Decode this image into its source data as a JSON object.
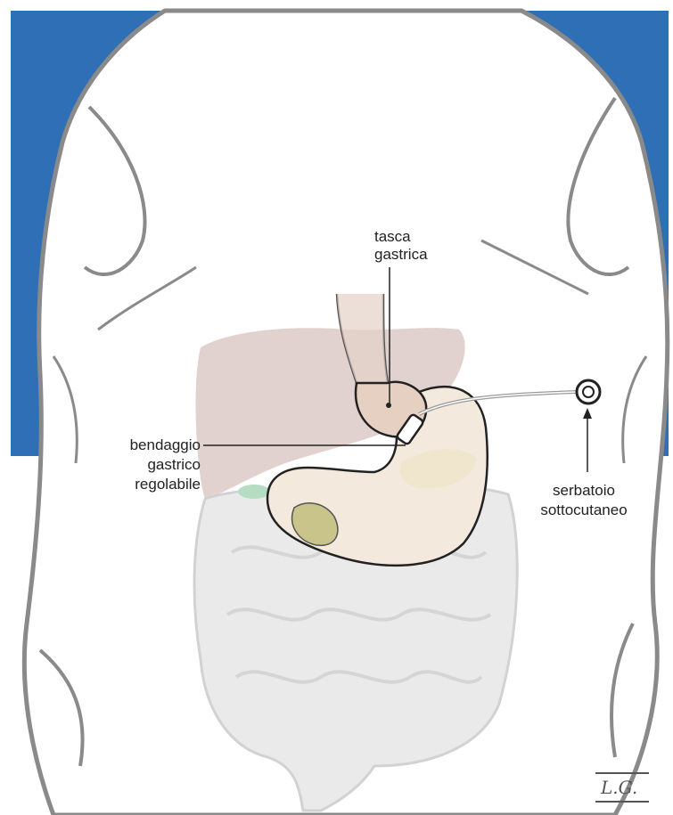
{
  "labels": {
    "pouch": [
      "tasca",
      "gastrica"
    ],
    "band": [
      "bendaggio",
      "gastrico",
      "regolabile"
    ],
    "port": [
      "serbatoio",
      "sottocutaneo"
    ]
  },
  "signature": "L.G.",
  "colors": {
    "background_blue": "#2f6fb5",
    "body_outline": "#8a8a8a",
    "liver": "#d9c7c3",
    "stomach_fill": "#f3e9dc",
    "intestine": "#e9e9e9",
    "gallbladder": "#c9c48a",
    "band_tube": "#9a9a9a"
  }
}
